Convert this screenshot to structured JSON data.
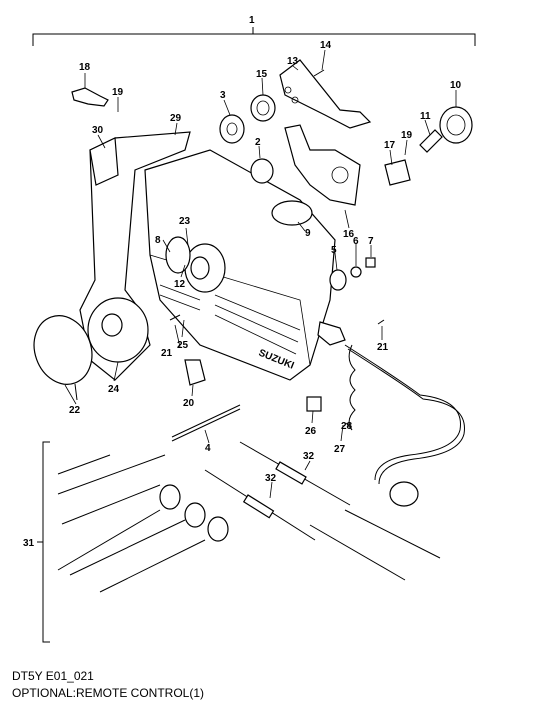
{
  "diagram": {
    "code": "DT5Y E01_021",
    "title": "OPTIONAL:REMOTE CONTROL(1)",
    "callouts": {
      "c1": "1",
      "c2": "2",
      "c3": "3",
      "c4": "4",
      "c5": "5",
      "c6": "6",
      "c7": "7",
      "c8": "8",
      "c9": "9",
      "c10": "10",
      "c11": "11",
      "c12": "12",
      "c13": "13",
      "c14": "14",
      "c15": "15",
      "c16": "16",
      "c17": "17",
      "c18": "18",
      "c19a": "19",
      "c19b": "19",
      "c20": "20",
      "c21a": "21",
      "c21b": "21",
      "c22": "22",
      "c23": "23",
      "c24": "24",
      "c25": "25",
      "c26": "26",
      "c27": "27",
      "c28": "28",
      "c29": "29",
      "c30": "30",
      "c31": "31",
      "c32a": "32",
      "c32b": "32"
    },
    "brand": "SUZUKI"
  }
}
